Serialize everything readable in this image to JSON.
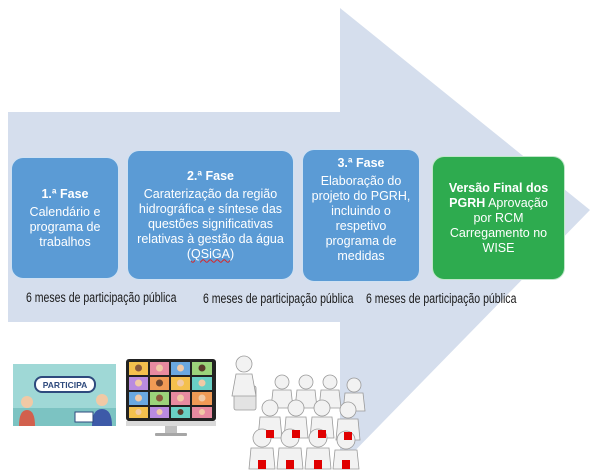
{
  "phases": [
    {
      "title": "1.ª Fase",
      "body": "Calendário e programa de trabalhos"
    },
    {
      "title": "2.ª Fase",
      "body_prefix": "Caraterização da região hidrográfica e síntese das questões significativas relativas à gestão da água (",
      "body_abbr": "QSiGA",
      "body_suffix": ")"
    },
    {
      "title": "3.ª Fase",
      "body": "Elaboração do projeto do PGRH, incluindo o respetivo programa de medidas"
    }
  ],
  "final_phase": {
    "bold": "Versão Final dos PGRH",
    "rest": " Aprovação por RCM Carregamento no WISE"
  },
  "public_participation": [
    "6 meses de participação pública",
    "6 meses de participação pública",
    "6 meses de participação pública"
  ],
  "images": {
    "participa_label": "PARTICIPA"
  },
  "colors": {
    "arrow": "#d5deed",
    "phase_blue": "#5b9bd5",
    "phase_final": "#2eab4f"
  }
}
